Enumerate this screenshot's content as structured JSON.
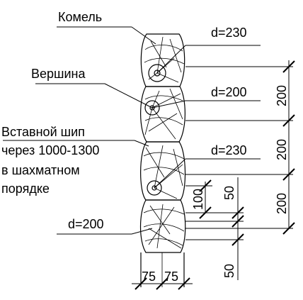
{
  "labels": {
    "komel": "Комель",
    "vershina": "Вершина",
    "ship_line1": "Вставной шип",
    "ship_line2": "через 1000-1300",
    "ship_line3": "в шахматном",
    "ship_line4": "порядке"
  },
  "diameters": {
    "d1": "d=230",
    "d2": "d=200",
    "d3": "d=230",
    "d4": "d=200"
  },
  "dimensions": {
    "right_top": "200",
    "right_mid": "200",
    "right_bottom": "200",
    "inner_100": "100",
    "inner_50_top": "50",
    "inner_50_bottom": "50",
    "bottom_left": "75",
    "bottom_right": "75"
  }
}
